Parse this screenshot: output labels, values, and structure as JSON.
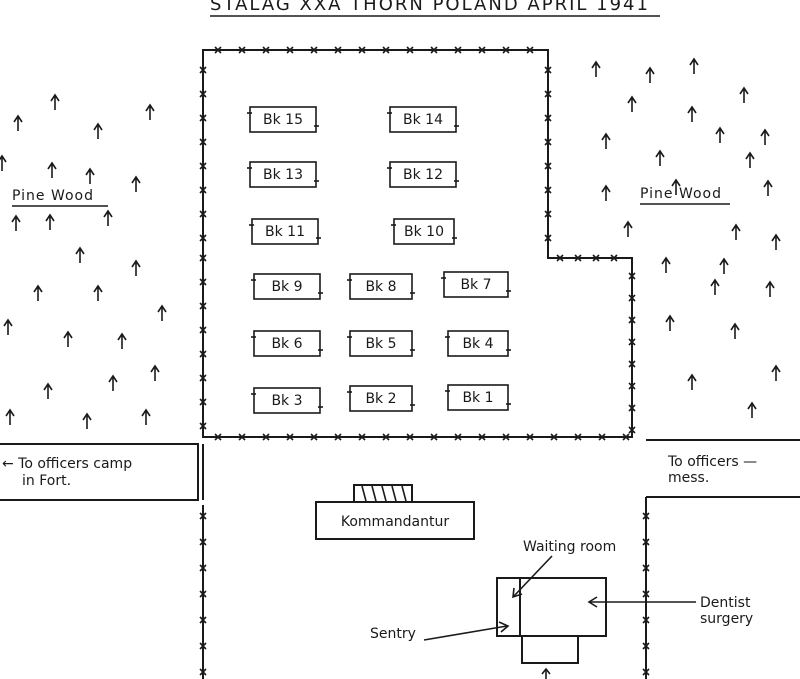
{
  "title": "STALAG XXA   THORN POLAND   APRIL 1941",
  "pine_wood_left": "Pine Wood",
  "pine_wood_right": "Pine Wood",
  "barracks": [
    {
      "id": "bk15",
      "label": "Bk 15"
    },
    {
      "id": "bk14",
      "label": "Bk 14"
    },
    {
      "id": "bk13",
      "label": "Bk 13"
    },
    {
      "id": "bk12",
      "label": "Bk 12"
    },
    {
      "id": "bk11",
      "label": "Bk 11"
    },
    {
      "id": "bk10",
      "label": "Bk 10"
    },
    {
      "id": "bk9",
      "label": "Bk 9"
    },
    {
      "id": "bk8",
      "label": "Bk 8"
    },
    {
      "id": "bk7",
      "label": "Bk 7"
    },
    {
      "id": "bk6",
      "label": "Bk 6"
    },
    {
      "id": "bk5",
      "label": "Bk 5"
    },
    {
      "id": "bk4",
      "label": "Bk 4"
    },
    {
      "id": "bk3",
      "label": "Bk 3"
    },
    {
      "id": "bk2",
      "label": "Bk 2"
    },
    {
      "id": "bk1",
      "label": "Bk 1"
    }
  ],
  "officers_camp": {
    "line1": "← To officers camp",
    "line2": "in Fort."
  },
  "officers_mess": {
    "line1": "To officers —",
    "line2": "mess."
  },
  "kommandantur": "Kommandantur",
  "waiting_room": "Waiting room",
  "dentist": {
    "line1": "Dentist",
    "line2": "surgery"
  },
  "sentry": "Sentry",
  "colors": {
    "ink": "#1a1a1a",
    "paper": "#ffffff"
  }
}
